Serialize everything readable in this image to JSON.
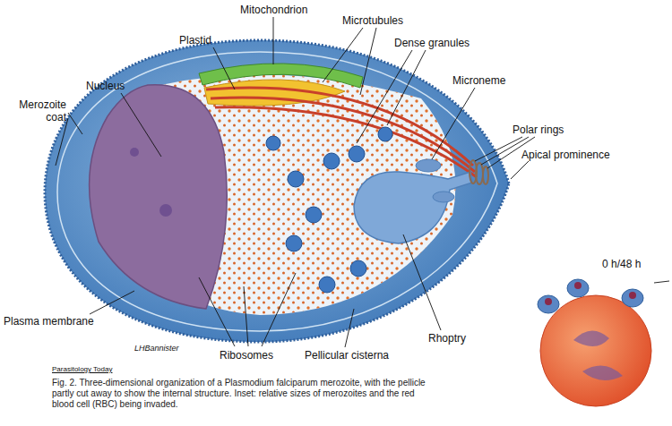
{
  "diagram": {
    "caption": "Fig. 2. Three-dimensional organization of a Plasmodium falciparum merozoite, with the pellicle partly cut away to show the internal structure. Inset: relative sizes of merozoites and the red blood cell (RBC) being invaded.",
    "labels": [
      "Mitochondrion",
      "Plastid",
      "Microtubules",
      "Dense granules",
      "Nucleus",
      "Merozoite coat",
      "Microneme",
      "Polar rings",
      "Apical prominence",
      "Plasma membrane",
      "Rhoptry",
      "Ribosomes",
      "Pellicular cisterna",
      "LHBannister",
      "Parasitology Today",
      "0 h/48 h"
    ]
  }
}
